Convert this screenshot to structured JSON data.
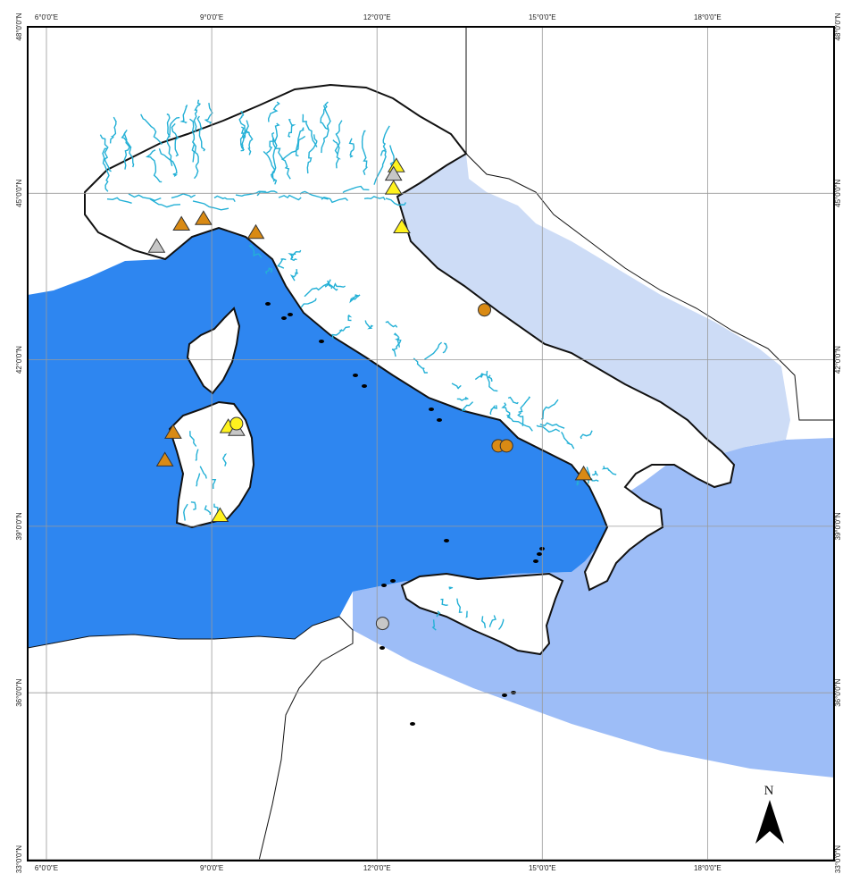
{
  "map": {
    "lon_ticks": [
      "6°0'0\"E",
      "9°0'0\"E",
      "12°0'0\"E",
      "15°0'0\"E",
      "18°0'0\"E"
    ],
    "lat_ticks": [
      "48°0'0\"N",
      "45°0'0\"N",
      "42°0'0\"N",
      "39°0'0\"N",
      "36°0'0\"N",
      "33°0'0\"N"
    ],
    "north_label": "N",
    "colors": {
      "tyrrhenian_sea": "#2e86f0",
      "ionian_sea": "#9dbdf7",
      "adriatic_sea": "#cddcf6",
      "rivers": "#23b0d6",
      "land": "#ffffff",
      "coast": "#111111",
      "grid": "#9a9a9a",
      "marker_orange": "#d98a14",
      "marker_yellow": "#fff21e",
      "marker_gray": "#c7c7c7"
    },
    "markers": [
      {
        "shape": "triangle",
        "color": "gray",
        "lon": 8.0,
        "lat": 44.05
      },
      {
        "shape": "triangle",
        "color": "orange",
        "lon": 8.45,
        "lat": 44.45
      },
      {
        "shape": "triangle",
        "color": "orange",
        "lon": 8.85,
        "lat": 44.55
      },
      {
        "shape": "triangle",
        "color": "orange",
        "lon": 9.8,
        "lat": 44.3
      },
      {
        "shape": "triangle",
        "color": "yellow",
        "lon": 12.35,
        "lat": 45.5
      },
      {
        "shape": "triangle",
        "color": "gray",
        "lon": 12.3,
        "lat": 45.35
      },
      {
        "shape": "triangle",
        "color": "yellow",
        "lon": 12.3,
        "lat": 45.1
      },
      {
        "shape": "triangle",
        "color": "yellow",
        "lon": 12.45,
        "lat": 44.4
      },
      {
        "shape": "circle",
        "color": "orange",
        "lon": 13.95,
        "lat": 42.9
      },
      {
        "shape": "triangle",
        "color": "orange",
        "lon": 8.3,
        "lat": 40.7
      },
      {
        "shape": "triangle",
        "color": "orange",
        "lon": 8.15,
        "lat": 40.2
      },
      {
        "shape": "triangle",
        "color": "yellow",
        "lon": 9.3,
        "lat": 40.8
      },
      {
        "shape": "triangle",
        "color": "gray",
        "lon": 9.45,
        "lat": 40.75
      },
      {
        "shape": "circle",
        "color": "yellow",
        "lon": 9.45,
        "lat": 40.85
      },
      {
        "shape": "triangle",
        "color": "yellow",
        "lon": 9.15,
        "lat": 39.2
      },
      {
        "shape": "circle",
        "color": "orange",
        "lon": 14.2,
        "lat": 40.45
      },
      {
        "shape": "circle",
        "color": "orange",
        "lon": 14.35,
        "lat": 40.45
      },
      {
        "shape": "triangle",
        "color": "orange",
        "lon": 15.75,
        "lat": 39.95
      },
      {
        "shape": "circle",
        "color": "gray",
        "lon": 12.1,
        "lat": 37.25
      }
    ]
  }
}
